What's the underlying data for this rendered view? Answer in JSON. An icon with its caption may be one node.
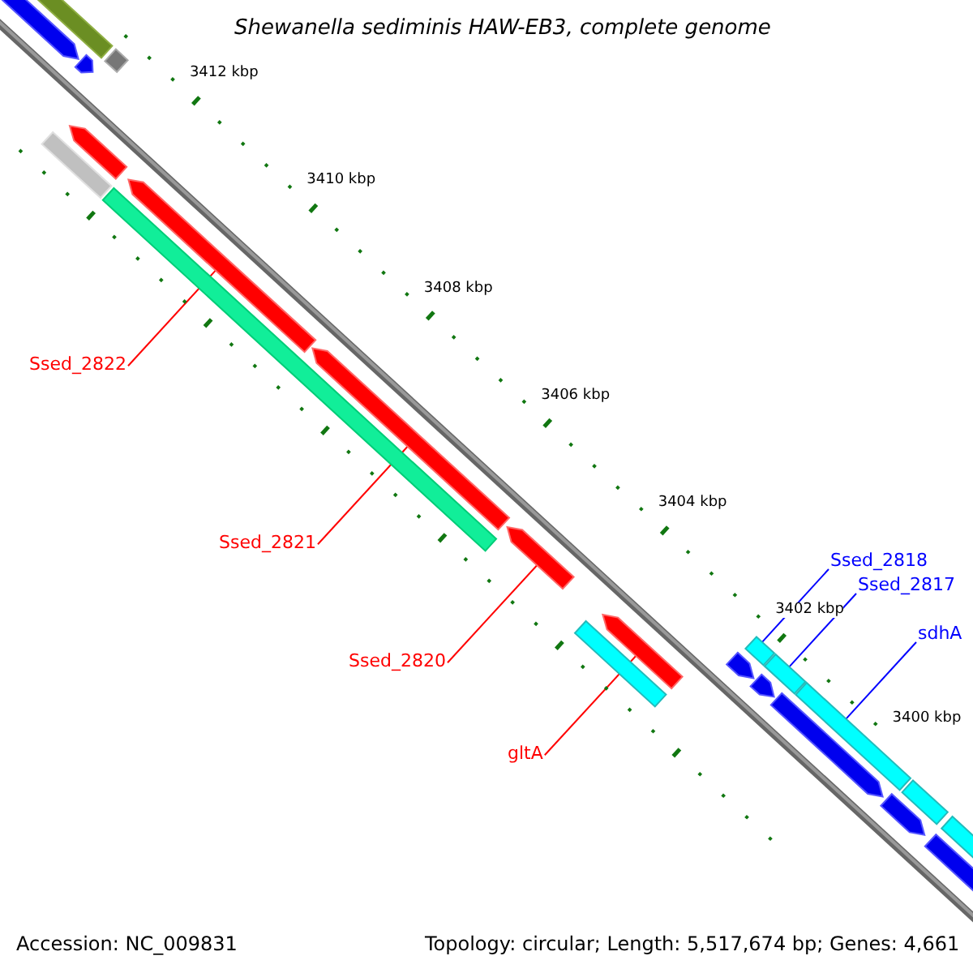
{
  "diagram": {
    "title": "Shewanella sediminis HAW-EB3, complete genome",
    "nodes": [
      {
        "text": [
          "Ssed_2822"
        ]
      },
      {
        "text": [
          "Ssed_2821"
        ]
      },
      {
        "text": [
          "Ssed_2820"
        ]
      },
      {
        "text": [
          "gltA"
        ]
      },
      {
        "text": [
          "Ssed_2818"
        ]
      },
      {
        "text": [
          "Ssed_2817"
        ]
      },
      {
        "text": [
          "sdhA"
        ]
      },
      {
        "text": [],
        "shape": "arrow"
      },
      {
        "text": [],
        "shape": "bar"
      },
      {
        "text": [],
        "shape": "arrow"
      },
      {
        "text": [],
        "shape": "bar"
      },
      {
        "text": [],
        "shape": "bar"
      },
      {
        "text": [],
        "shape": "arrow"
      },
      {
        "text": [],
        "shape": "bar"
      },
      {
        "text": [],
        "shape": "arrow"
      },
      {
        "text": [],
        "shape": "arrow"
      },
      {
        "text": [],
        "shape": "arrow"
      },
      {
        "text": [],
        "shape": "bar"
      },
      {
        "text": [],
        "shape": "arrow"
      },
      {
        "text": [],
        "shape": "arrow"
      },
      {
        "text": [],
        "shape": "bar"
      },
      {
        "text": [],
        "shape": "bar"
      },
      {
        "text": [],
        "shape": "arrow"
      },
      {
        "text": [],
        "shape": "arrow"
      },
      {
        "text": [],
        "shape": "bar"
      },
      {
        "text": [],
        "shape": "arrow"
      },
      {
        "text": [],
        "shape": "bar"
      },
      {
        "text": [],
        "shape": "arrow"
      },
      {
        "text": [],
        "shape": "bar"
      }
    ],
    "edges": [
      {
        "from": 0,
        "to": 14,
        "arrow": "none"
      },
      {
        "from": 1,
        "to": 15,
        "arrow": "none"
      },
      {
        "from": 2,
        "to": 16,
        "arrow": "none"
      },
      {
        "from": 3,
        "to": 18,
        "arrow": "none"
      },
      {
        "from": 4,
        "to": 20,
        "arrow": "none",
        "color": "#0000ff"
      },
      {
        "from": 5,
        "to": 21,
        "arrow": "none",
        "color": "#0000ff"
      },
      {
        "from": 6,
        "to": 24,
        "arrow": "none",
        "color": "#0000ff"
      }
    ],
    "labels": [
      "3412 kbp",
      "3410 kbp",
      "3408 kbp",
      "3406 kbp",
      "3404 kbp",
      "3402 kbp",
      "3400 kbp",
      "Accession: NC_009831",
      "Topology: circular; Length: 5,517,674 bp; Genes: 4,661"
    ]
  }
}
